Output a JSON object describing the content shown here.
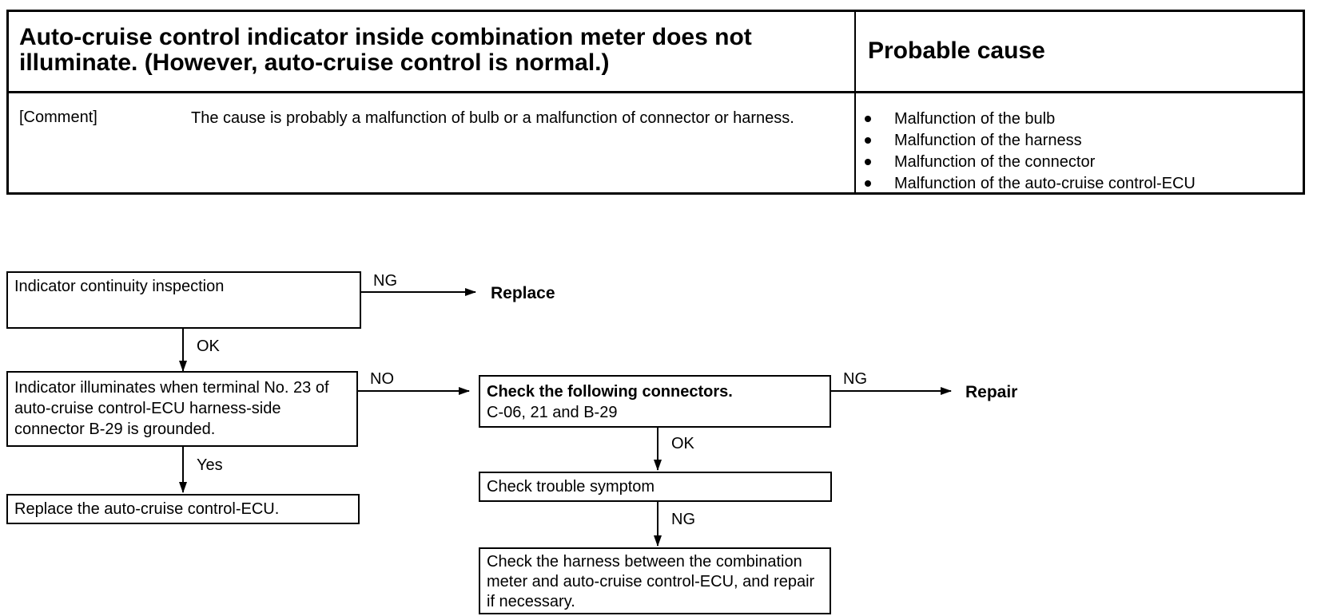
{
  "header": {
    "title": "Auto-cruise control indicator inside combination meter does not illuminate. (However, auto-cruise control is normal.)",
    "probable_cause_heading": "Probable cause",
    "comment_label": "[Comment]",
    "comment_text": "The cause is probably a malfunction of bulb or a malfunction of connector or harness.",
    "causes": [
      "Malfunction of the bulb",
      "Malfunction of the harness",
      "Malfunction of the connector",
      "Malfunction of the auto-cruise control-ECU"
    ]
  },
  "flowchart": {
    "indicator_continuity": "Indicator continuity inspection",
    "ng_1": "NG",
    "replace": "Replace",
    "ok_1": "OK",
    "indicator_illuminates": "Indicator illuminates when terminal No. 23 of auto-cruise control-ECU harness-side connector B-29 is grounded.",
    "no_label": "NO",
    "check_connectors_line1": "Check the following connectors.",
    "check_connectors_line2": "C-06, 21 and B-29",
    "ng_2": "NG",
    "repair": "Repair",
    "yes_label": "Yes",
    "replace_ecu": "Replace the auto-cruise control-ECU.",
    "ok_2": "OK",
    "check_trouble": "Check trouble symptom",
    "ng_3": "NG",
    "check_harness": "Check the harness between the combination meter and auto-cruise control-ECU, and repair if necessary."
  }
}
